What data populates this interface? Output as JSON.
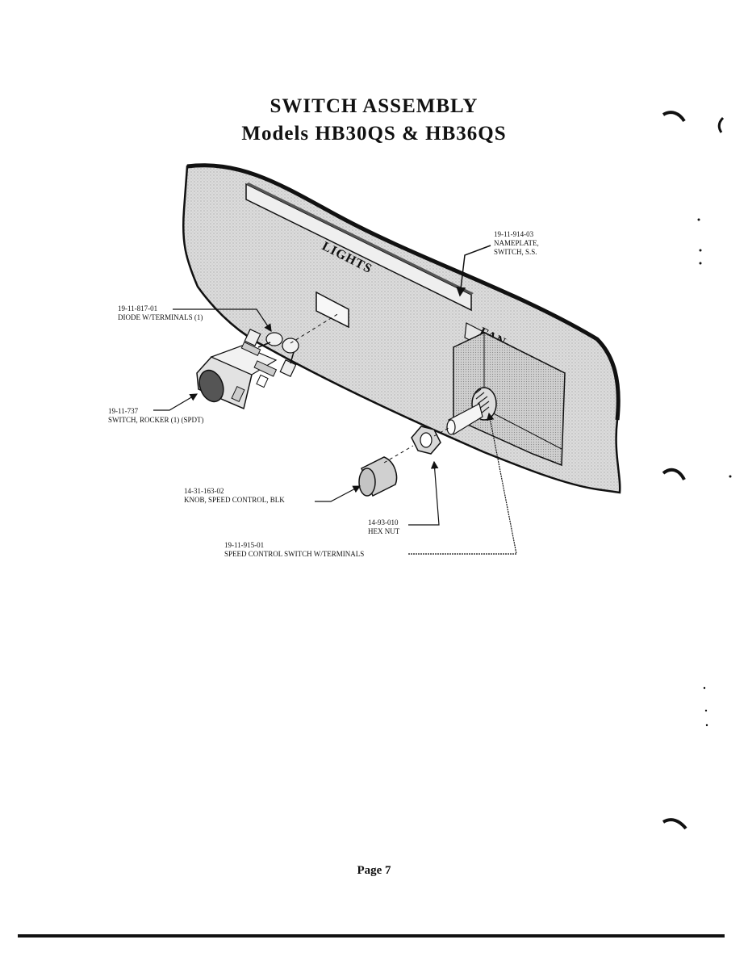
{
  "title": {
    "line1": "SWITCH ASSEMBLY",
    "line2": "Models HB30QS & HB36QS"
  },
  "panel_labels": {
    "lights": "LIGHTS",
    "fan": "FAN"
  },
  "callouts": {
    "nameplate": {
      "part": "19-11-914-03",
      "desc1": "NAMEPLATE,",
      "desc2": "SWITCH, S.S."
    },
    "diode": {
      "part": "19-11-817-01",
      "desc": "DIODE W/TERMINALS (1)"
    },
    "rocker": {
      "part": "19-11-737",
      "desc": "SWITCH, ROCKER (1) (SPDT)"
    },
    "knob": {
      "part": "14-31-163-02",
      "desc": "KNOB, SPEED CONTROL, BLK"
    },
    "hexnut": {
      "part": "14-93-010",
      "desc": "HEX NUT"
    },
    "speed_switch": {
      "part": "19-11-915-01",
      "desc": "SPEED CONTROL SWITCH W/TERMINALS"
    }
  },
  "footer": {
    "page": "Page 7"
  }
}
